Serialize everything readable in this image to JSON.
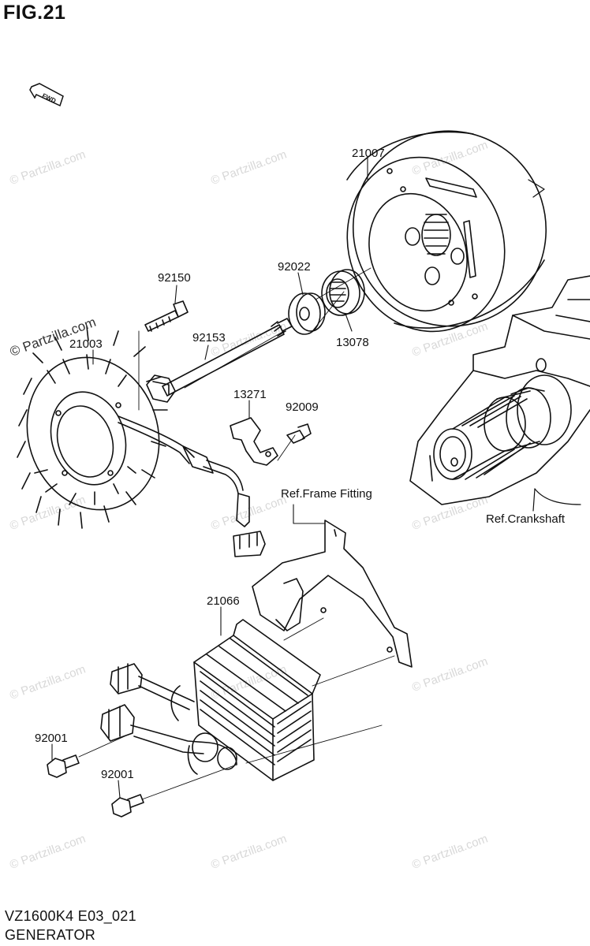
{
  "figure": {
    "title": "FIG.21",
    "model_code": "VZ1600K4 E03_021",
    "section_name": "GENERATOR",
    "direction_label": "FWD"
  },
  "watermark": {
    "text": "© Partzilla.com",
    "brand_label": "© Partzilla.com"
  },
  "parts": [
    {
      "id": "p21007",
      "number": "21007"
    },
    {
      "id": "p92022",
      "number": "92022"
    },
    {
      "id": "p13078",
      "number": "13078"
    },
    {
      "id": "p92150",
      "number": "92150"
    },
    {
      "id": "p21003",
      "number": "21003"
    },
    {
      "id": "p92153",
      "number": "92153"
    },
    {
      "id": "p13271",
      "number": "13271"
    },
    {
      "id": "p92009",
      "number": "92009"
    },
    {
      "id": "p21066",
      "number": "21066"
    },
    {
      "id": "p92001a",
      "number": "92001"
    },
    {
      "id": "p92001b",
      "number": "92001"
    }
  ],
  "references": {
    "frame_fitting": "Ref.Frame Fitting",
    "crankshaft": "Ref.Crankshaft"
  }
}
